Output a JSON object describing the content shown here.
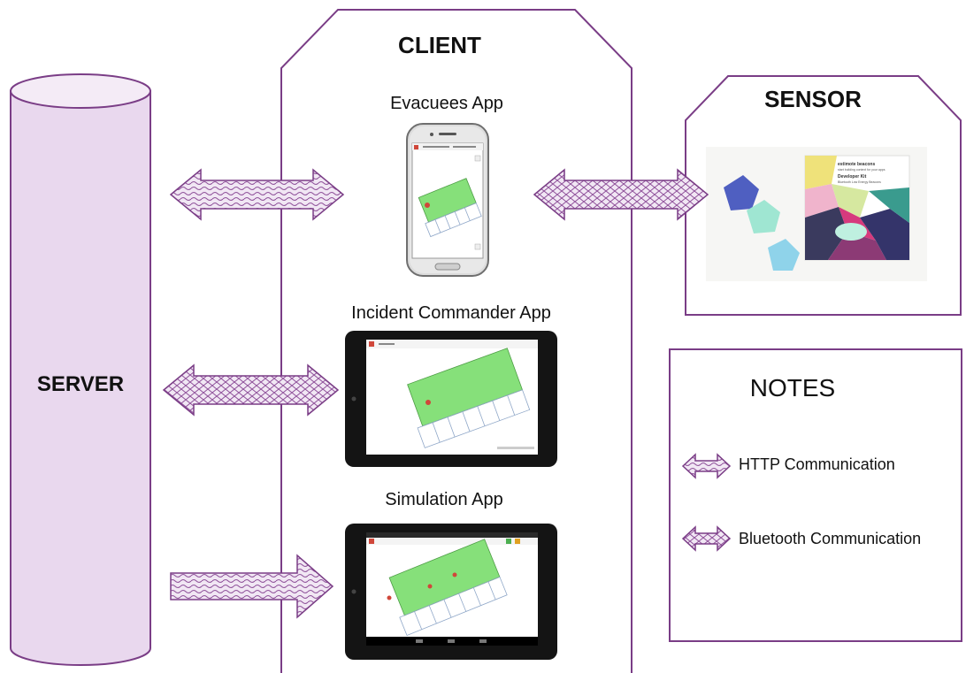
{
  "colors": {
    "outline": "#7a3d86",
    "server_fill": "#e9d8ee",
    "arrow_fill": "#e8d6ee",
    "phone_body": "#dcdcdc",
    "tablet_body": "#141414",
    "map_green": "#86e07a",
    "beacon_blue": "#4f5fc1",
    "beacon_mint": "#9fe6d2",
    "beacon_sky": "#8fd3ea"
  },
  "server": {
    "label": "SERVER"
  },
  "client": {
    "title": "CLIENT",
    "apps": [
      {
        "label": "Evacuees App",
        "device": "smartphone",
        "icon": "smartphone-icon"
      },
      {
        "label": "Incident Commander App",
        "device": "tablet",
        "icon": "tablet-icon"
      },
      {
        "label": "Simulation App",
        "device": "tablet",
        "icon": "tablet-icon"
      }
    ]
  },
  "sensor": {
    "title": "SENSOR",
    "image": {
      "brand": "estimote beacons",
      "tagline": "start building context for your apps",
      "kit_title": "Developer Kit",
      "kit_subtitle": "Bluetooth Low Energy Beacons"
    }
  },
  "notes": {
    "title": "NOTES",
    "items": [
      {
        "label": "HTTP Communication",
        "pattern": "wavy-stripe"
      },
      {
        "label": "Bluetooth Communication",
        "pattern": "diamond"
      }
    ]
  },
  "connections": [
    {
      "from": "server",
      "to": "Evacuees App",
      "type": "HTTP Communication",
      "direction": "both"
    },
    {
      "from": "Evacuees App",
      "to": "sensor",
      "type": "Bluetooth Communication",
      "direction": "both"
    },
    {
      "from": "server",
      "to": "Incident Commander App",
      "type": "Bluetooth Communication",
      "direction": "both"
    },
    {
      "from": "server",
      "to": "Simulation App",
      "type": "HTTP Communication",
      "direction": "one-way"
    }
  ]
}
